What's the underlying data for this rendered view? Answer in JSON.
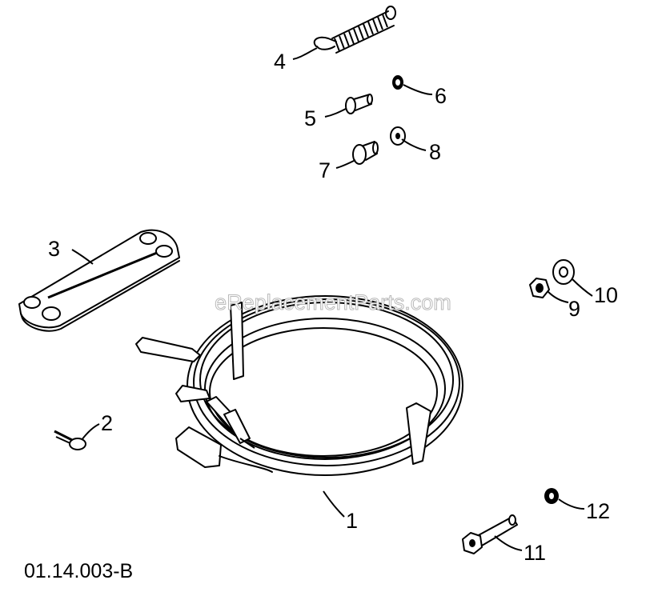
{
  "diagram": {
    "watermark": "eReplacementParts.com",
    "drawing_code": "01.14.003-B",
    "callouts": [
      {
        "id": "1",
        "text": "1"
      },
      {
        "id": "2",
        "text": "2"
      },
      {
        "id": "3",
        "text": "3"
      },
      {
        "id": "4",
        "text": "4"
      },
      {
        "id": "5",
        "text": "5"
      },
      {
        "id": "6",
        "text": "6"
      },
      {
        "id": "7",
        "text": "7"
      },
      {
        "id": "8",
        "text": "8"
      },
      {
        "id": "9",
        "text": "9"
      },
      {
        "id": "10",
        "text": "10"
      },
      {
        "id": "11",
        "text": "11"
      },
      {
        "id": "12",
        "text": "12"
      }
    ]
  }
}
